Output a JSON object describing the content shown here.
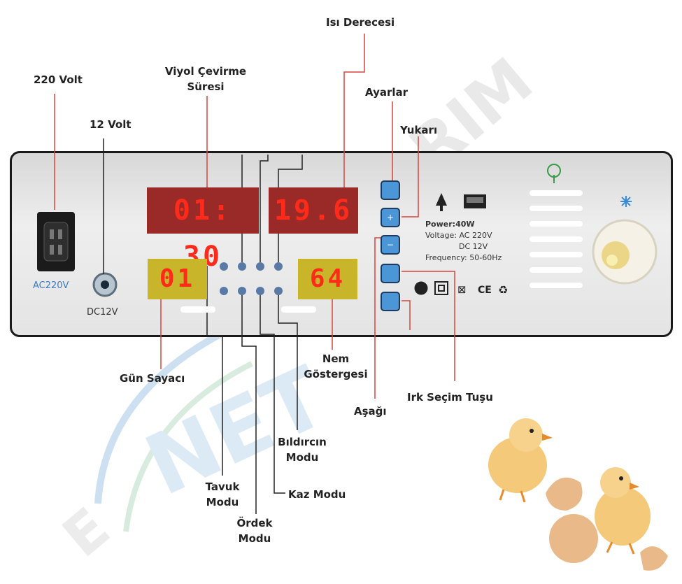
{
  "labels": {
    "v220": "220 Volt",
    "v12": "12 Volt",
    "viyol_1": "Viyol Çevirme",
    "viyol_2": "Süresi",
    "isi": "Isı Derecesi",
    "ayarlar": "Ayarlar",
    "yukari": "Yukarı",
    "gun": "Gün Sayacı",
    "nem_1": "Nem",
    "nem_2": "Göstergesi",
    "asagi": "Aşağı",
    "irk": "Irk Seçim Tuşu",
    "bildircin_1": "Bıldırcın",
    "bildircin_2": "Modu",
    "tavuk_1": "Tavuk",
    "tavuk_2": "Modu",
    "kaz": "Kaz Modu",
    "ordek_1": "Ördek",
    "ordek_2": "Modu"
  },
  "panel": {
    "ac_label": "AC220V",
    "dc_label": "DC12V",
    "time_display": "01: 30",
    "temp_display": "19.6",
    "day_display": "01",
    "humidity_display": "64",
    "spec_power": "Power:40W",
    "spec_voltage": "Voltage: AC  220V",
    "spec_dc": "DC  12V",
    "spec_freq": "Frequency: 50-60Hz"
  },
  "watermark": "NETTEKNO TARIM",
  "colors": {
    "display_red_bg": "#9a2a28",
    "display_yellow_bg": "#c9b52a",
    "digit_red": "#ff2a1a",
    "button_blue": "#4a96d6",
    "leader_line": "#d9443a",
    "leader_line_dark": "#222222"
  },
  "icons": [
    "plug-icon",
    "battery-icon",
    "tree-icon",
    "led-icon",
    "lightning-icon",
    "square-icon",
    "weee-icon",
    "ce-icon",
    "recycle-icon"
  ]
}
